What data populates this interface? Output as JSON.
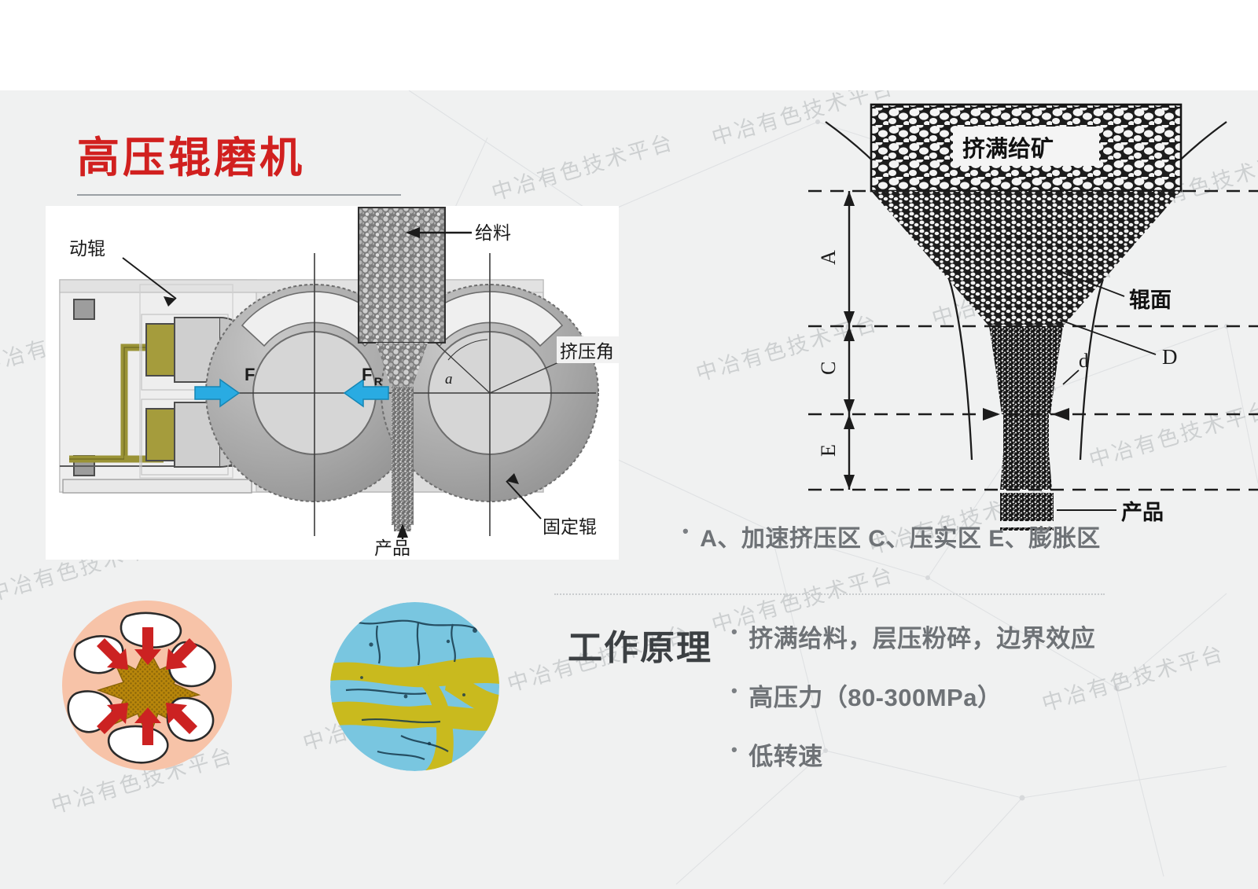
{
  "slide": {
    "title": "高压辊磨机",
    "background_color": "#f0f1f1",
    "title_color": "#d1201f"
  },
  "watermark": {
    "text": "中冶有色技术平台",
    "color": "#b9bcbe"
  },
  "machine_diagram": {
    "panel_background": "#ffffff",
    "labels": {
      "moving_roll": "动辊",
      "feed": "给料",
      "extrusion_angle": "挤压角",
      "product": "产品",
      "fixed_roll": "固定辊",
      "force_left": "F",
      "force_right": "F",
      "force_right_sub": "R",
      "angle_symbol": "a"
    },
    "arrow_color": "#29abe2",
    "hydraulic_color": "#9a9336"
  },
  "zone_diagram": {
    "labels": {
      "choke_feed": "挤满给矿",
      "roll_surface": "辊面",
      "roll_gap_marker": "D",
      "gap_marker": "d",
      "product": "产品",
      "zone_a": "A",
      "zone_c": "C",
      "zone_e": "E"
    }
  },
  "zone_bullet": {
    "dot": "•",
    "text": "A、加速挤压区  C、压实区 E、膨胀区"
  },
  "principle": {
    "heading": "工作原理",
    "items": [
      {
        "dot": "•",
        "text": "挤满给料，层压粉碎，边界效应"
      },
      {
        "dot": "•",
        "text": "高压力（80-300MPa）"
      },
      {
        "dot": "•",
        "text": "低转速"
      }
    ]
  },
  "figures": {
    "compression_circle": {
      "name": "层压粉碎示意图",
      "background_color": "#f7c3a8",
      "arrow_color": "#cc2222",
      "core_color": "#b8860b",
      "particle_color": "#ffffff"
    },
    "micrograph_circle": {
      "name": "矿物显微照片",
      "mineral_color": "#79c6e0",
      "vein_color": "#c9ba1e"
    }
  }
}
